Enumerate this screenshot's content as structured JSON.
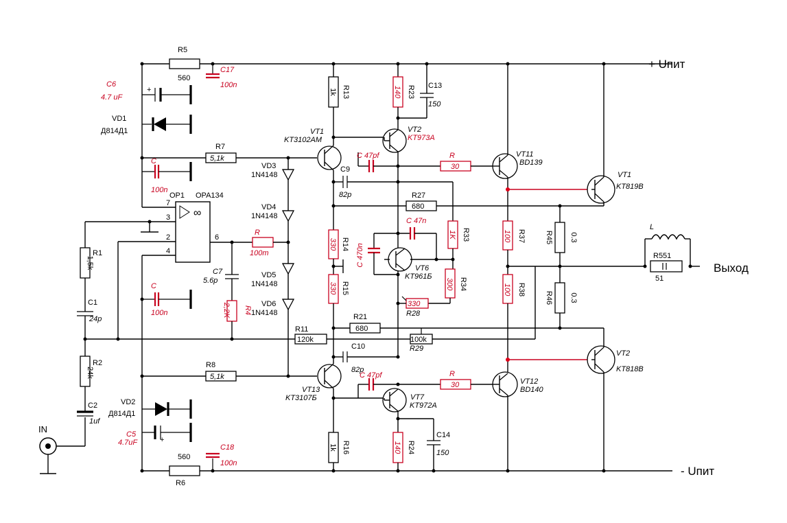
{
  "rails": {
    "pos": "+ Uпит",
    "neg": "- Uпит"
  },
  "io": {
    "input": "IN",
    "output": "Выход"
  },
  "opamp": {
    "ref": "OP1",
    "part": "OPA134",
    "pins": [
      "7",
      "3",
      "2",
      "6",
      "4"
    ]
  },
  "resistors": {
    "R5": {
      "ref": "R5",
      "value": "560"
    },
    "R6": {
      "ref": "R6",
      "value": "560"
    },
    "R7": {
      "ref": "R7",
      "value": "5,1k"
    },
    "R8": {
      "ref": "R8",
      "value": "5,1k"
    },
    "R1": {
      "ref": "R1",
      "value": "1,5k"
    },
    "R2": {
      "ref": "R2",
      "value": "24k"
    },
    "R11": {
      "ref": "R11",
      "value": "120k"
    },
    "R13": {
      "ref": "R13",
      "value": "1k"
    },
    "R16": {
      "ref": "R16",
      "value": "1k"
    },
    "R14": {
      "ref": "R14",
      "value": "330"
    },
    "R15": {
      "ref": "R15",
      "value": "330"
    },
    "R23": {
      "ref": "R23",
      "value": "140"
    },
    "R24": {
      "ref": "R24",
      "value": "140"
    },
    "R27": {
      "ref": "R27",
      "value": "680"
    },
    "R21": {
      "ref": "R21",
      "value": "680"
    },
    "R33": {
      "ref": "R33",
      "value": "1K"
    },
    "R34": {
      "ref": "R34",
      "value": "300"
    },
    "R28": {
      "ref": "R28",
      "value": "330"
    },
    "R29": {
      "ref": "R29",
      "value": "100k"
    },
    "R37": {
      "ref": "R37",
      "value": "100"
    },
    "R38": {
      "ref": "R38",
      "value": "100"
    },
    "R45": {
      "ref": "R45",
      "value": "0.3"
    },
    "R46": {
      "ref": "R46",
      "value": "0.3"
    },
    "R551": {
      "ref": "R551",
      "value": "51"
    },
    "Rout": {
      "ref": "R",
      "value": "100m"
    },
    "R4": {
      "ref": "R4",
      "value": "2,2K"
    },
    "Rb1": {
      "ref": "R",
      "value": "30"
    },
    "Rb2": {
      "ref": "R",
      "value": "30"
    }
  },
  "capacitors": {
    "C17": {
      "ref": "C17",
      "value": "100n"
    },
    "C18": {
      "ref": "C18",
      "value": "100n"
    },
    "C6": {
      "ref": "C6",
      "value": "4.7 uF"
    },
    "C5": {
      "ref": "C5",
      "value": "4.7uF"
    },
    "Ca": {
      "ref": "C",
      "value": "100n"
    },
    "Cb": {
      "ref": "C",
      "value": "100n"
    },
    "C1": {
      "ref": "C1",
      "value": "24p"
    },
    "C2": {
      "ref": "C2",
      "value": "1uf"
    },
    "C7": {
      "ref": "C7",
      "value": "5.6p"
    },
    "C9": {
      "ref": "C9",
      "value": "82p"
    },
    "C10": {
      "ref": "C10",
      "value": "82p"
    },
    "C13": {
      "ref": "C13",
      "value": "150"
    },
    "C14": {
      "ref": "C14",
      "value": "150"
    },
    "Cm1": {
      "label": "C 47pf"
    },
    "Cm2": {
      "label": "C 47pf"
    },
    "C47n": {
      "label": "C 47n"
    },
    "C470n": {
      "label": "C 470n"
    }
  },
  "diodes": {
    "VD1": {
      "ref": "VD1",
      "part": "Д814Д1"
    },
    "VD2": {
      "ref": "VD2",
      "part": "Д814Д1"
    },
    "VD3": {
      "ref": "VD3",
      "part": "1N4148"
    },
    "VD4": {
      "ref": "VD4",
      "part": "1N4148"
    },
    "VD5": {
      "ref": "VD5",
      "part": "1N4148"
    },
    "VD6": {
      "ref": "VD6",
      "part": "1N4148"
    }
  },
  "transistors": {
    "VT1a": {
      "ref": "VT1",
      "part": "KT3102AM"
    },
    "VT2a": {
      "ref": "VT2",
      "part": "KT973A"
    },
    "VT13": {
      "ref": "VT13",
      "part": "KT3107Б"
    },
    "VT7": {
      "ref": "VT7",
      "part": "KT972A"
    },
    "VT6": {
      "ref": "VT6",
      "part": "KT961Б"
    },
    "VT11": {
      "ref": "VT11",
      "part": "BD139"
    },
    "VT12": {
      "ref": "VT12",
      "part": "BD140"
    },
    "VT1b": {
      "ref": "VT1",
      "part": "KT819B"
    },
    "VT2b": {
      "ref": "VT2",
      "part": "KT818B"
    }
  },
  "inductor": {
    "ref": "L"
  },
  "polarity": {
    "plus": "+"
  },
  "colors": {
    "wire": "#000000",
    "highlight": "#c8001e",
    "node_red": "#e0001a"
  }
}
